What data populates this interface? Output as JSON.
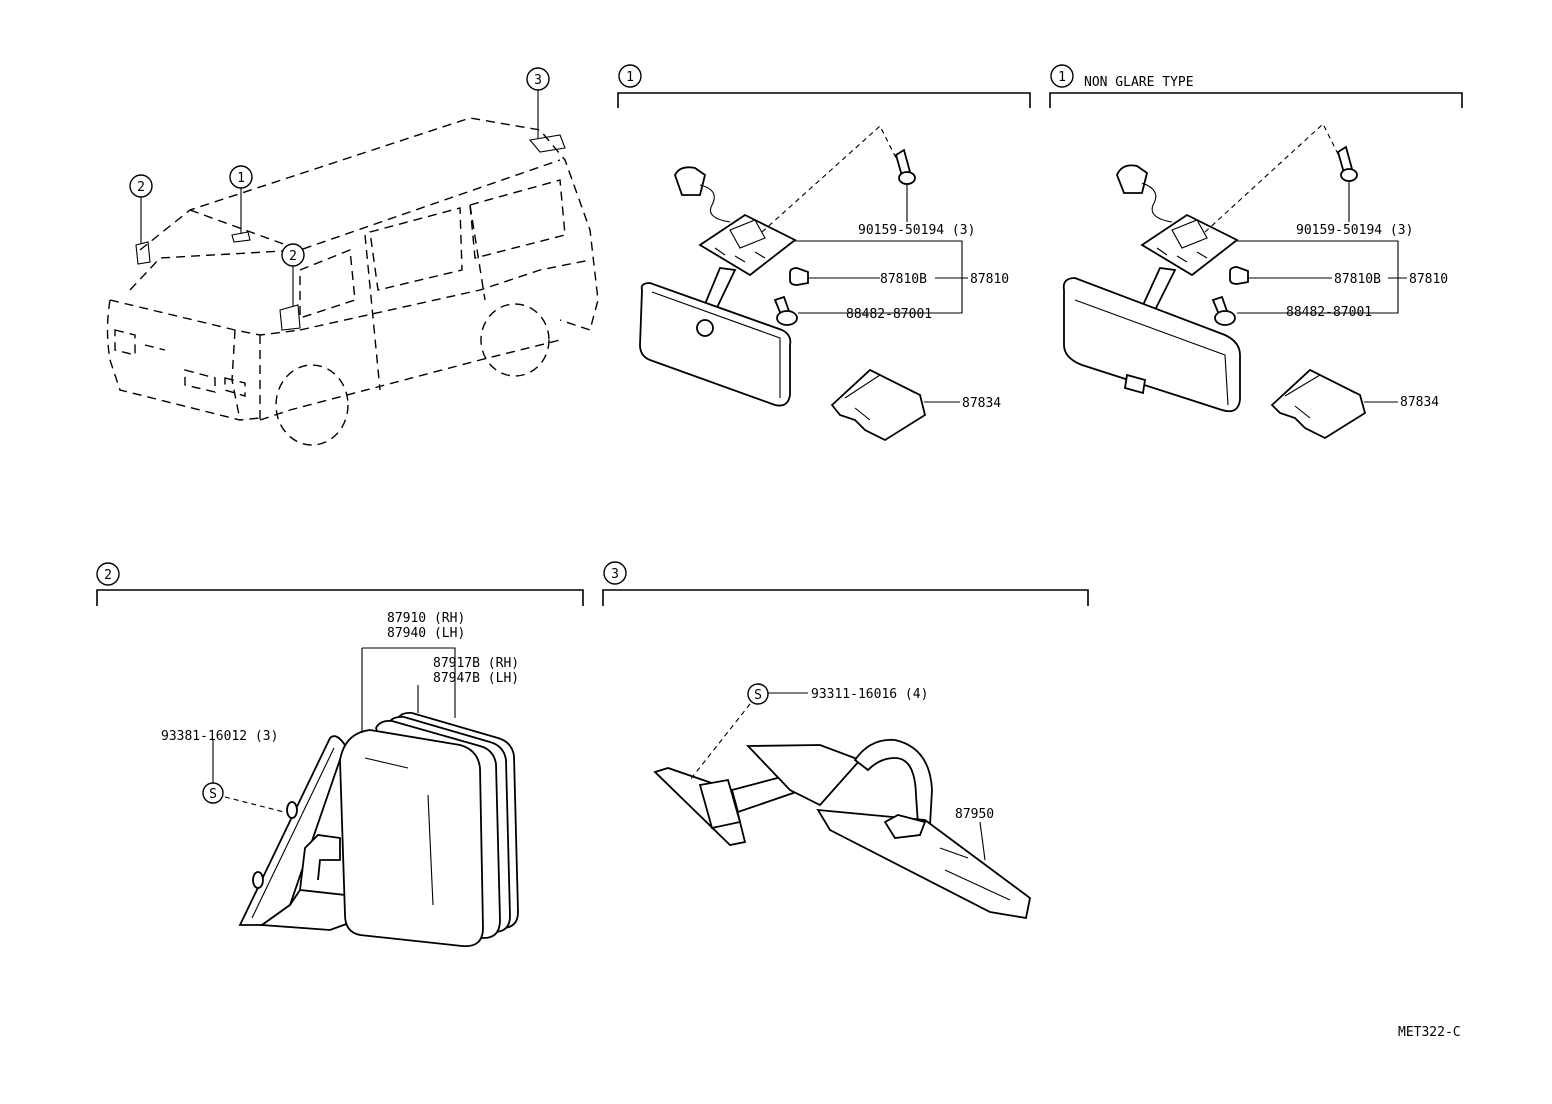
{
  "diagram_code": "MET322-C",
  "callouts": {
    "c1": "1",
    "c2": "2",
    "c3": "3",
    "s": "S"
  },
  "sections": {
    "inner_mirror": {
      "callout": "1"
    },
    "inner_mirror_non_glare": {
      "callout": "1",
      "title": "NON GLARE TYPE"
    },
    "outer_mirror": {
      "callout": "2"
    },
    "rear_under_mirror": {
      "callout": "3"
    }
  },
  "part_labels": {
    "inner": {
      "screw": "90159-50194 (3)",
      "bulb": "87810B",
      "assembly": "87810",
      "clip": "88482-87001",
      "cover": "87834"
    },
    "non_glare": {
      "screw": "90159-50194 (3)",
      "bulb": "87810B",
      "assembly": "87810",
      "clip": "88482-87001",
      "cover": "87834"
    },
    "outer": {
      "mirror_rh": "87910 (RH)",
      "mirror_lh": "87940 (LH)",
      "glass_rh": "87917B (RH)",
      "glass_lh": "87947B (LH)",
      "screw": "93381-16012 (3)"
    },
    "rear": {
      "screw": "93311-16016 (4)",
      "mirror": "87950"
    }
  }
}
